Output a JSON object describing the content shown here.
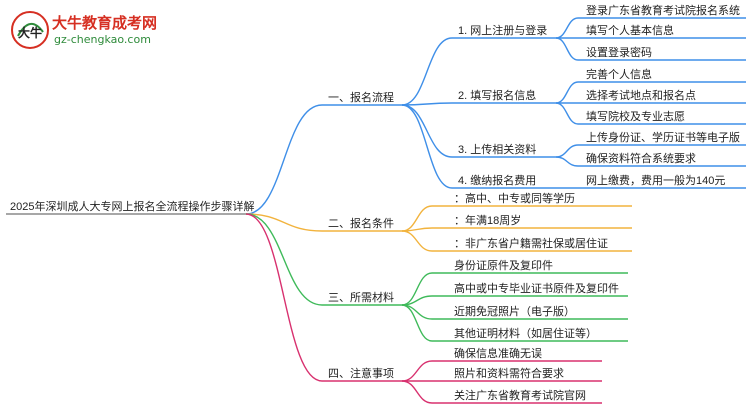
{
  "logo": {
    "title": "大牛教育成考网",
    "url": "gz-chengkao.com",
    "mark_text": "大牛"
  },
  "root": {
    "label": "2025年深圳成人大专网上报名全流程操作步骤详解"
  },
  "branches": [
    {
      "label": "一、报名流程",
      "color": "#3f8fe8",
      "children": [
        {
          "label": "1. 网上注册与登录",
          "children": [
            "登录广东省教育考试院报名系统",
            "填写个人基本信息",
            "设置登录密码"
          ]
        },
        {
          "label": "2. 填写报名信息",
          "children": [
            "完善个人信息",
            "选择考试地点和报名点",
            "填写院校及专业志愿"
          ]
        },
        {
          "label": "3. 上传相关资料",
          "children": [
            "上传身份证、学历证书等电子版",
            "确保资料符合系统要求"
          ]
        },
        {
          "label": "4. 缴纳报名费用",
          "children": [
            "网上缴费，费用一般为140元"
          ]
        }
      ]
    },
    {
      "label": "二、报名条件",
      "color": "#f2b33d",
      "children": [
        {
          "label": "：高中、中专或同等学历"
        },
        {
          "label": "：年满18周岁"
        },
        {
          "label": "：非广东省户籍需社保或居住证"
        }
      ]
    },
    {
      "label": "三、所需材料",
      "color": "#3fba5a",
      "children": [
        {
          "label": "身份证原件及复印件"
        },
        {
          "label": "高中或中专毕业证书原件及复印件"
        },
        {
          "label": "近期免冠照片（电子版）"
        },
        {
          "label": "其他证明材料（如居住证等）"
        }
      ]
    },
    {
      "label": "四、注意事项",
      "color": "#d8316f",
      "children": [
        {
          "label": "确保信息准确无误"
        },
        {
          "label": "照片和资料需符合要求"
        },
        {
          "label": "关注广东省教育考试院官网"
        }
      ]
    }
  ]
}
